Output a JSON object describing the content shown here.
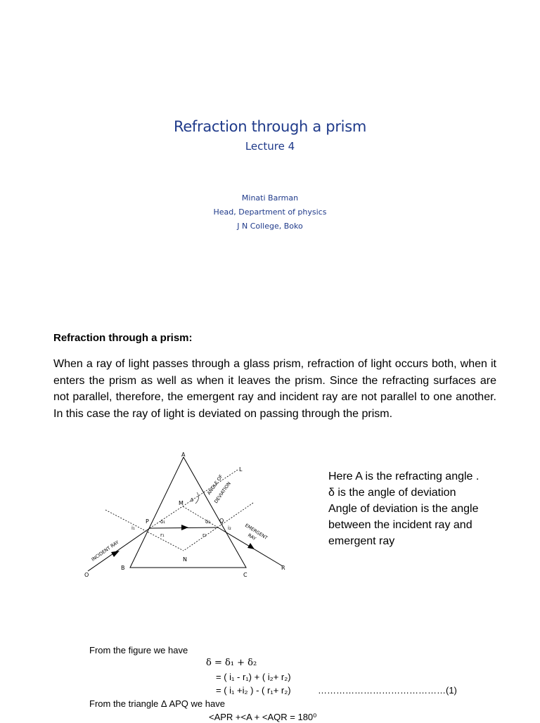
{
  "title": "Refraction through a prism",
  "subtitle": "Lecture 4",
  "author": {
    "name": "Minati Barman",
    "position": "Head, Department of physics",
    "college": "J N College, Boko"
  },
  "section_heading": "Refraction through a prism:",
  "paragraph": "When a ray of light passes through a glass prism, refraction of light occurs both, when it enters the prism as well as when it leaves the prism. Since the refracting surfaces are not parallel, therefore, the emergent ray and incident ray are not parallel to one another. In this case the ray of light is deviated on passing through the prism.",
  "diagram_labels": {
    "A": "A",
    "B": "B",
    "C": "C",
    "L": "L",
    "M": "M",
    "N": "N",
    "O": "O",
    "P": "P",
    "Q": "Q",
    "R": "R",
    "i1": "i₁",
    "r1": "r₁",
    "i2": "i₂",
    "r2": "r₂",
    "d1": "δ₁",
    "d2": "δ₂",
    "d": "δ",
    "incident": "INCIDENT RAY",
    "emergent_1": "EMERGENT",
    "emergent_2": "RAY",
    "angle_1": "ANGLE OF",
    "angle_2": "DEVIATION"
  },
  "side_text": {
    "line1": "Here A is the refracting angle .",
    "line2": "δ is the angle of deviation",
    "blue": "Angle of deviation is the angle between the incident ray and emergent ray"
  },
  "equations": {
    "intro": "From the figure we have",
    "eq1": "δ =  δ₁ + δ₂",
    "eq2": "= ( i₁ - r₁) + ( i₂+ r₂)",
    "eq3": "= ( i₁ +i₂ ) - ( r₁+ r₂)",
    "eq3_tag": "……………………………………(1)",
    "triangle_intro": "From the  triangle Δ APQ we have",
    "eq4": "<APR +<A + <AQR = 180⁰"
  },
  "colors": {
    "title": "#1f3a8a",
    "blue_text": "#1aa3e0"
  }
}
